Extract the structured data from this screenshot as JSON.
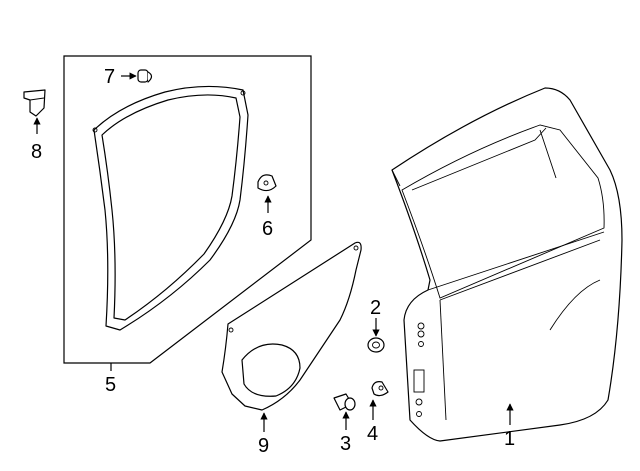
{
  "diagram": {
    "callouts": [
      {
        "id": "1",
        "text": "1"
      },
      {
        "id": "2",
        "text": "2"
      },
      {
        "id": "3",
        "text": "3"
      },
      {
        "id": "4",
        "text": "4"
      },
      {
        "id": "5",
        "text": "5"
      },
      {
        "id": "6",
        "text": "6"
      },
      {
        "id": "7",
        "text": "7"
      },
      {
        "id": "8",
        "text": "8"
      },
      {
        "id": "9",
        "text": "9"
      }
    ],
    "colors": {
      "line": "#000000",
      "background": "#ffffff"
    }
  }
}
